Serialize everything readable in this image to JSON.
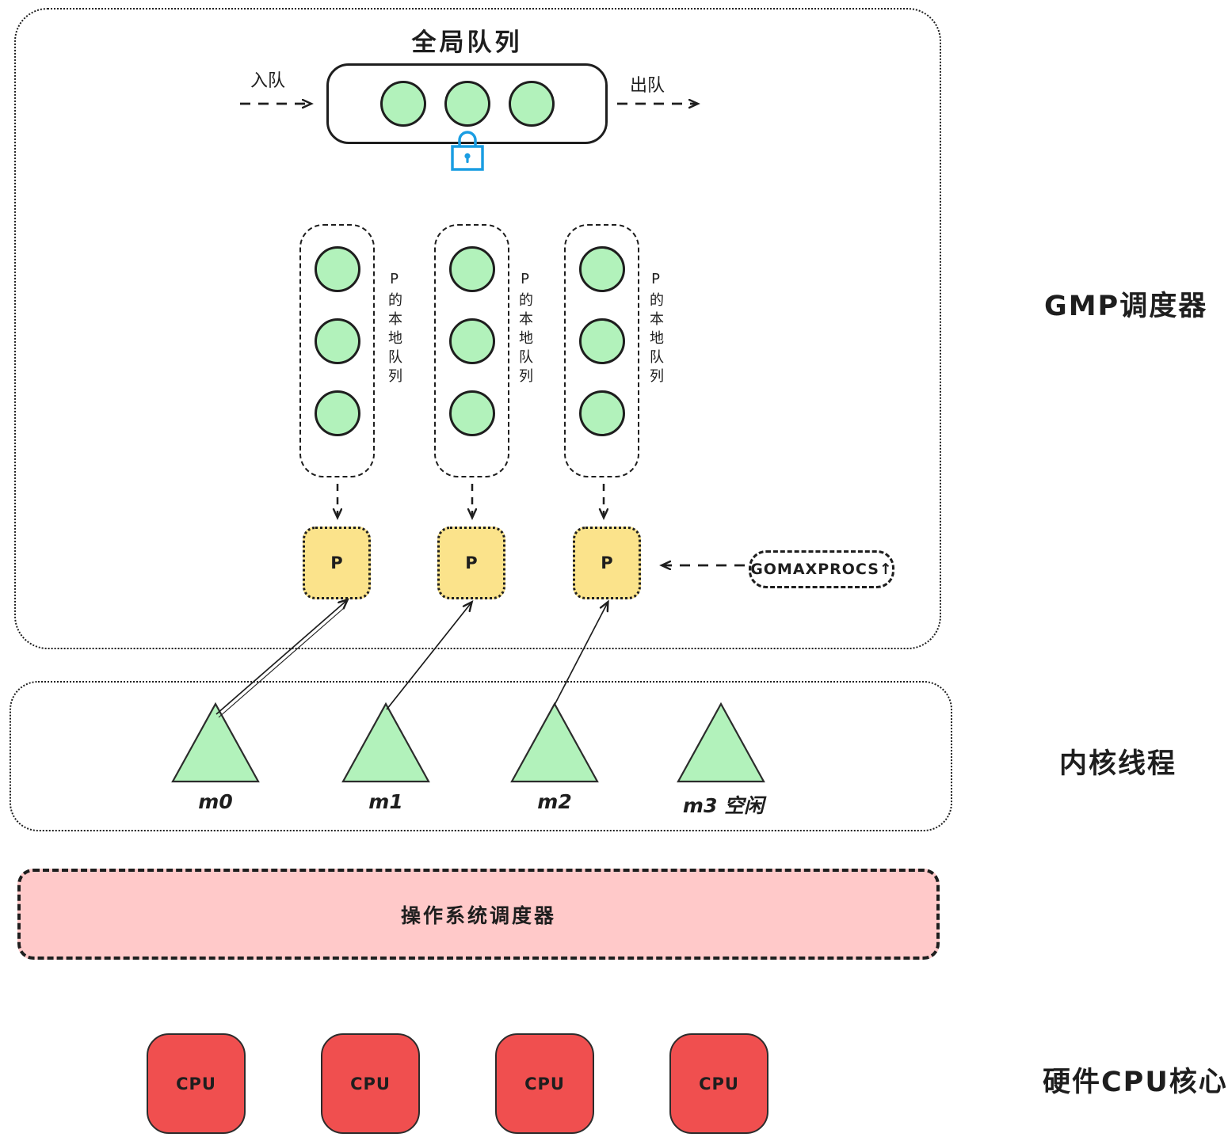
{
  "gmp": {
    "label": "GMP调度器",
    "global_queue": {
      "title": "全局队列",
      "enqueue_label": "入队",
      "dequeue_label": "出队",
      "goroutine_count": 3,
      "lock_icon": "lock"
    },
    "local_queues": [
      {
        "label": "P的本地队列",
        "goroutine_count": 3
      },
      {
        "label": "P的本地队列",
        "goroutine_count": 3
      },
      {
        "label": "P的本地队列",
        "goroutine_count": 3
      }
    ],
    "processors": [
      {
        "label": "P"
      },
      {
        "label": "P"
      },
      {
        "label": "P"
      }
    ],
    "gomaxprocs": {
      "label": "GOMAXPROCS↑"
    }
  },
  "kernel": {
    "label": "内核线程",
    "threads": [
      {
        "label": "m0"
      },
      {
        "label": "m1"
      },
      {
        "label": "m2"
      },
      {
        "label": "m3 空闲"
      }
    ]
  },
  "os_scheduler": {
    "label": "操作系统调度器"
  },
  "hardware": {
    "label": "硬件CPU核心",
    "cpus": [
      {
        "label": "CPU"
      },
      {
        "label": "CPU"
      },
      {
        "label": "CPU"
      },
      {
        "label": "CPU"
      }
    ]
  },
  "colors": {
    "goroutine_green": "#b2f2bb",
    "processor_yellow": "#fbe38b",
    "os_pink": "#ffc9c9",
    "cpu_red": "#f04f4f",
    "lock_blue": "#1a9de2",
    "stroke_dark": "#1e1e1e"
  }
}
